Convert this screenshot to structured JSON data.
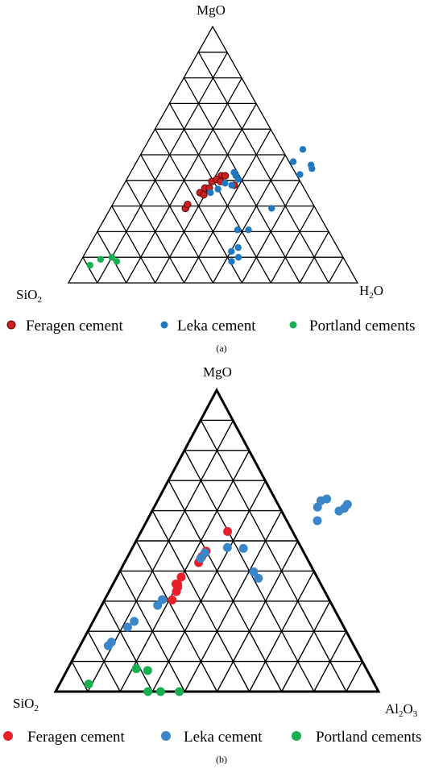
{
  "chart_data": [
    {
      "type": "scatter",
      "subtype": "ternary",
      "panel_label": "(a)",
      "vertices": {
        "top": "MgO",
        "left": "SiO",
        "left_sub": "2",
        "right": "H",
        "right_sub": "2",
        "right_tail": "O"
      },
      "grid_divisions": 10,
      "axis_range": [
        0,
        1
      ],
      "legend": {
        "placement": "bottom",
        "entries": [
          {
            "label": "Feragen cement",
            "color": "#cc1f1f",
            "outline": "#5a0a0a"
          },
          {
            "label": "Leka cement",
            "color": "#1f78c0"
          },
          {
            "label": "Portland cements",
            "color": "#16b050"
          }
        ]
      },
      "series": [
        {
          "name": "Feragen cement",
          "color": "#cc1f1f",
          "points": [
            {
              "x": 0.32,
              "y": 0.418
            },
            {
              "x": 0.333,
              "y": 0.418
            },
            {
              "x": 0.298,
              "y": 0.396
            },
            {
              "x": 0.311,
              "y": 0.404
            },
            {
              "x": 0.328,
              "y": 0.396
            },
            {
              "x": 0.287,
              "y": 0.37
            },
            {
              "x": 0.302,
              "y": 0.37
            },
            {
              "x": 0.279,
              "y": 0.352
            },
            {
              "x": 0.296,
              "y": 0.344
            },
            {
              "x": 0.259,
              "y": 0.291
            },
            {
              "x": 0.259,
              "y": 0.306
            },
            {
              "x": 0.383,
              "y": 0.381
            }
          ]
        },
        {
          "name": "Leka cement",
          "color": "#1f78c0",
          "points": [
            {
              "x": 0.55,
              "y": 0.521
            },
            {
              "x": 0.541,
              "y": 0.473
            },
            {
              "x": 0.609,
              "y": 0.46
            },
            {
              "x": 0.619,
              "y": 0.446
            },
            {
              "x": 0.589,
              "y": 0.423
            },
            {
              "x": 0.357,
              "y": 0.431
            },
            {
              "x": 0.37,
              "y": 0.418
            },
            {
              "x": 0.386,
              "y": 0.404
            },
            {
              "x": 0.374,
              "y": 0.381
            },
            {
              "x": 0.347,
              "y": 0.389
            },
            {
              "x": 0.334,
              "y": 0.366
            },
            {
              "x": 0.315,
              "y": 0.352
            },
            {
              "x": 0.557,
              "y": 0.291
            },
            {
              "x": 0.481,
              "y": 0.207
            },
            {
              "x": 0.519,
              "y": 0.207
            },
            {
              "x": 0.518,
              "y": 0.138
            },
            {
              "x": 0.502,
              "y": 0.123
            },
            {
              "x": 0.538,
              "y": 0.1
            },
            {
              "x": 0.522,
              "y": 0.084
            }
          ]
        },
        {
          "name": "Portland cements",
          "color": "#16b050",
          "points": [
            {
              "x": 0.04,
              "y": 0.069
            },
            {
              "x": 0.065,
              "y": 0.092
            },
            {
              "x": 0.1,
              "y": 0.1
            },
            {
              "x": 0.125,
              "y": 0.084
            }
          ]
        }
      ]
    },
    {
      "type": "scatter",
      "subtype": "ternary",
      "panel_label": "(b)",
      "vertices": {
        "top": "MgO",
        "left": "SiO",
        "left_sub": "2",
        "right": "Al",
        "right_sub": "2",
        "right_tail": "O",
        "right_sub2": "3"
      },
      "grid_divisions": 10,
      "axis_range": [
        0,
        1
      ],
      "legend": {
        "placement": "bottom",
        "entries": [
          {
            "label": "Feragen cement",
            "color": "#e8202a"
          },
          {
            "label": "Leka cement",
            "color": "#3a86c8"
          },
          {
            "label": "Portland cements",
            "color": "#16b050"
          }
        ]
      },
      "series": [
        {
          "name": "Feragen cement",
          "color": "#e8202a",
          "points": [
            {
              "x": 0.267,
              "y": 0.531
            },
            {
              "x": 0.233,
              "y": 0.466
            },
            {
              "x": 0.229,
              "y": 0.448
            },
            {
              "x": 0.229,
              "y": 0.428
            },
            {
              "x": 0.199,
              "y": 0.38
            },
            {
              "x": 0.194,
              "y": 0.357
            },
            {
              "x": 0.2,
              "y": 0.356
            },
            {
              "x": 0.205,
              "y": 0.346
            },
            {
              "x": 0.208,
              "y": 0.332
            },
            {
              "x": 0.209,
              "y": 0.304
            }
          ]
        },
        {
          "name": "Leka cement",
          "color": "#3a86c8",
          "points": [
            {
              "x": 0.52,
              "y": 0.639
            },
            {
              "x": 0.505,
              "y": 0.633
            },
            {
              "x": 0.505,
              "y": 0.612
            },
            {
              "x": 0.593,
              "y": 0.621
            },
            {
              "x": 0.59,
              "y": 0.608
            },
            {
              "x": 0.578,
              "y": 0.599
            },
            {
              "x": 0.527,
              "y": 0.567
            },
            {
              "x": 0.293,
              "y": 0.478
            },
            {
              "x": 0.344,
              "y": 0.475
            },
            {
              "x": 0.415,
              "y": 0.397
            },
            {
              "x": 0.44,
              "y": 0.376
            },
            {
              "x": 0.232,
              "y": 0.46
            },
            {
              "x": 0.228,
              "y": 0.442
            },
            {
              "x": 0.178,
              "y": 0.305
            },
            {
              "x": 0.173,
              "y": 0.286
            },
            {
              "x": 0.127,
              "y": 0.233
            },
            {
              "x": 0.116,
              "y": 0.214
            },
            {
              "x": 0.091,
              "y": 0.164
            },
            {
              "x": 0.087,
              "y": 0.152
            }
          ]
        },
        {
          "name": "Portland cements",
          "color": "#16b050",
          "points": [
            {
              "x": 0.09,
              "y": 0.025
            },
            {
              "x": 0.212,
              "y": 0.076
            },
            {
              "x": 0.25,
              "y": 0.07
            },
            {
              "x": 0.286,
              "y": 0.0
            },
            {
              "x": 0.325,
              "y": 0.0
            },
            {
              "x": 0.383,
              "y": 0.0
            }
          ]
        }
      ]
    }
  ]
}
